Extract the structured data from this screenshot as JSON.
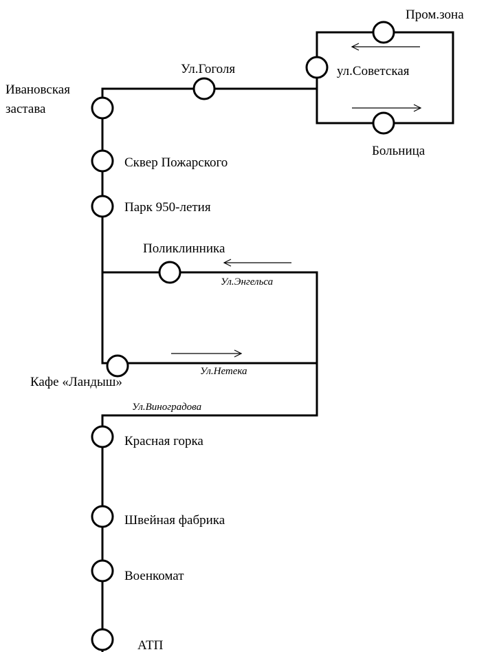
{
  "labels": {
    "prom_zona": "Пром.зона",
    "ul_gogolya": "Ул.Гоголя",
    "ul_sovetskaya": "ул.Советская",
    "ivanovskaya_1": "Ивановская",
    "ivanovskaya_2": "застава",
    "bolnitsa": "Больница",
    "skver": "Сквер Пожарского",
    "park": "Парк 950-летия",
    "poliklinika": "Поликлинника",
    "ul_engelsa": "Ул.Энгельса",
    "ul_neteka": "Ул.Нетека",
    "kafe": "Кафе «Ландыш»",
    "ul_vinogradova": "Ул.Виноградова",
    "krasnaya_gorka": "Красная горка",
    "shveinaya": "Швейная фабрика",
    "voenkomat": "Военкомат",
    "atp": "АТП"
  }
}
